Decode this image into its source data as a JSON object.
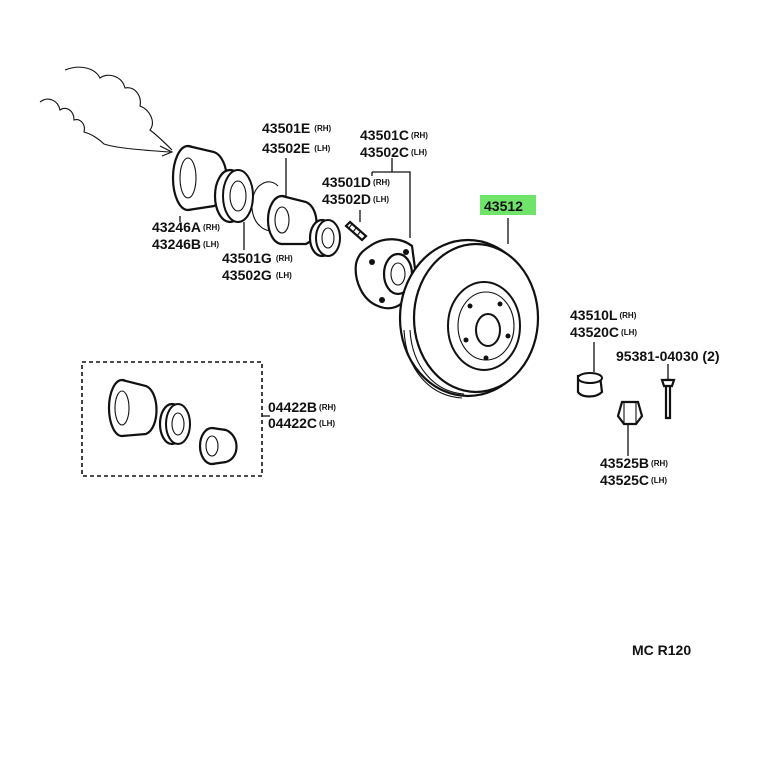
{
  "labels": {
    "p43501E": {
      "num": "43501E",
      "suffix": "(RH)"
    },
    "p43502E": {
      "num": "43502E",
      "suffix": "(LH)"
    },
    "p43501C": {
      "num": "43501C",
      "suffix": "(RH)"
    },
    "p43502C": {
      "num": "43502C",
      "suffix": "(LH)"
    },
    "p43501D": {
      "num": "43501D",
      "suffix": "(RH)"
    },
    "p43502D": {
      "num": "43502D",
      "suffix": "(LH)"
    },
    "p43512": {
      "num": "43512"
    },
    "p43246A": {
      "num": "43246A",
      "suffix": "(RH)"
    },
    "p43246B": {
      "num": "43246B",
      "suffix": "(LH)"
    },
    "p43501G": {
      "num": "43501G",
      "suffix": "(RH)"
    },
    "p43502G": {
      "num": "43502G",
      "suffix": "(LH)"
    },
    "p43510L": {
      "num": "43510L",
      "suffix": "(RH)"
    },
    "p43520C": {
      "num": "43520C",
      "suffix": "(LH)"
    },
    "p95381": {
      "num": "95381-04030 (2)"
    },
    "p04422B": {
      "num": "04422B",
      "suffix": "(RH)"
    },
    "p04422C": {
      "num": "04422C",
      "suffix": "(LH)"
    },
    "p43525B": {
      "num": "43525B",
      "suffix": "(RH)"
    },
    "p43525C": {
      "num": "43525C",
      "suffix": "(LH)"
    }
  },
  "diagram_code": "MC R120",
  "colors": {
    "highlight": "#6fe36a",
    "ink": "#111111"
  }
}
